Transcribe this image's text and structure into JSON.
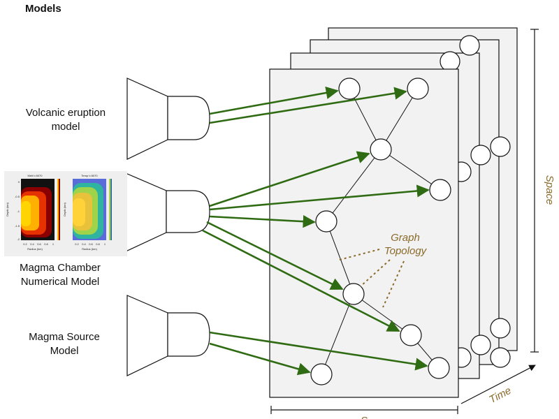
{
  "header": {
    "title": "Models"
  },
  "models": [
    {
      "label_lines": [
        "Volcanic eruption",
        "model"
      ]
    },
    {
      "label_lines": [
        "Magma Chamber",
        "Numerical Model"
      ]
    },
    {
      "label_lines": [
        "Magma Source",
        "Model"
      ]
    }
  ],
  "thumbnails": {
    "melt_title": "Melt t=5070",
    "temp_title": "Temp t=5070",
    "ylabel": "Depth (km)",
    "xlabel": "Radius (km)",
    "y_ticks": [
      "0",
      "-0.5",
      "-1",
      "-1.5",
      "-2"
    ],
    "x_ticks": [
      "0.2",
      "0.4",
      "0.6",
      "0.8",
      "1"
    ]
  },
  "annotations": {
    "graph_topology_lines": [
      "Graph",
      "Topology"
    ],
    "axis_space": "Space",
    "axis_time": "Time",
    "axis_bottom_partial": "S"
  },
  "colors": {
    "arrow": "#2f6b12",
    "annotation": "#8a6a2a",
    "frame_fill": "#f2f2f2",
    "stroke": "#111111"
  }
}
